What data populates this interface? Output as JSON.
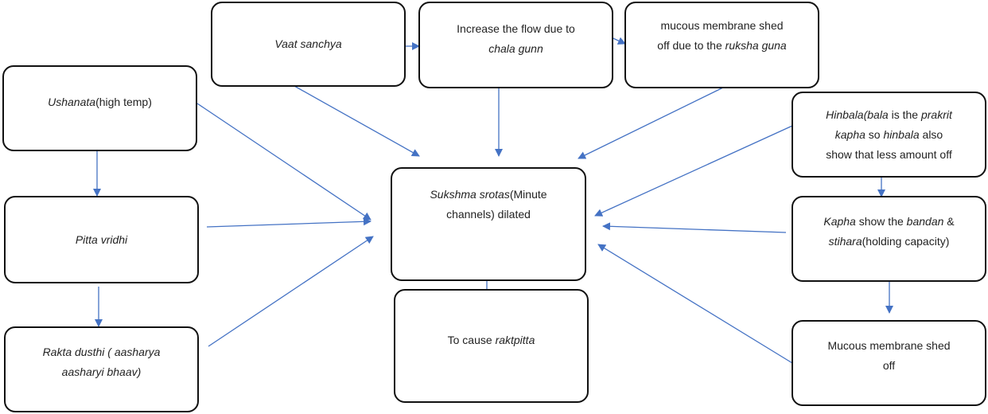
{
  "nodes": {
    "vaat": {
      "a": "Vaat sanchya"
    },
    "increase": {
      "a": "Increase the flow due to",
      "b": "chala gunn"
    },
    "mucous_top": {
      "a": "mucous membrane shed",
      "b": "off due to the ",
      "c": "ruksha guna"
    },
    "ushanata": {
      "a": "Ushanata",
      "b": "(high temp)"
    },
    "pitta": {
      "a": "Pitta vridhi"
    },
    "rakta": {
      "a": "Rakta dusthi ( aasharya",
      "b": "aasharyi bhaav)"
    },
    "sukshma": {
      "a": "Sukshma srotas",
      "b": "(Minute",
      "c": "channels) dilated"
    },
    "cause": {
      "a": "To cause ",
      "b": "raktpitta"
    },
    "hinbala": {
      "a": "Hinbala(bala",
      "b": " is the ",
      "c": "prakrit",
      "d": "kapha",
      "e": " so ",
      "f": "hinbala",
      "g": " also",
      "h": "show that less amount off"
    },
    "kapha": {
      "a": "Kapha",
      "b": " show the ",
      "c": "bandan",
      "d": " &",
      "e": "stihara",
      "f": "(holding capacity)"
    },
    "mucous_right": {
      "a": "Mucous membrane shed",
      "b": "off"
    }
  },
  "colors": {
    "arrow": "#4472c4",
    "border": "#111111"
  }
}
